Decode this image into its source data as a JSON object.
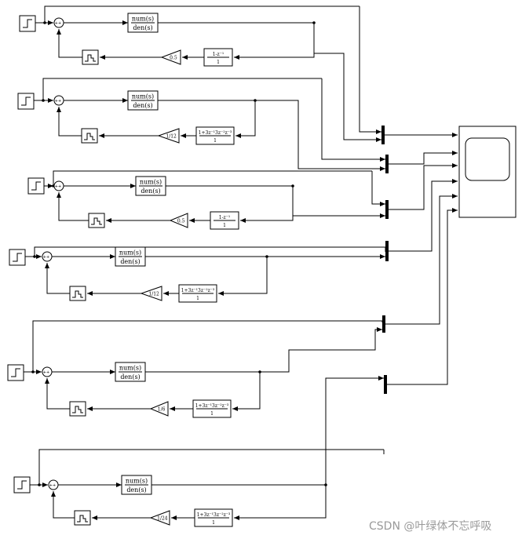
{
  "subsystems": [
    {
      "tf": {
        "num": "num(s)",
        "den": "den(s)"
      },
      "gain": "0.5",
      "fir": {
        "num": "1-z⁻¹",
        "den": "1"
      }
    },
    {
      "tf": {
        "num": "num(s)",
        "den": "den(s)"
      },
      "gain": "1/12",
      "fir": {
        "num": "1+3z⁻¹3z⁻²z⁻³",
        "den": "1"
      }
    },
    {
      "tf": {
        "num": "num(s)",
        "den": "den(s)"
      },
      "gain": "0.5",
      "fir": {
        "num": "1-z⁻¹",
        "den": "1"
      }
    },
    {
      "tf": {
        "num": "num(s)",
        "den": "den(s)"
      },
      "gain": "1/12",
      "fir": {
        "num": "1+3z⁻¹3z⁻²z⁻³",
        "den": "1"
      }
    },
    {
      "tf": {
        "num": "num(s)",
        "den": "den(s)"
      },
      "gain": "1/6",
      "fir": {
        "num": "1+3z⁻¹3z⁻²z⁻³",
        "den": "1"
      }
    },
    {
      "tf": {
        "num": "num(s)",
        "den": "den(s)"
      },
      "gain": "1/24",
      "fir": {
        "num": "1+3z⁻¹3z⁻²z⁻³",
        "den": "1"
      }
    }
  ],
  "sum_signs": "++",
  "watermark": "CSDN @叶绿体不忘呼吸"
}
